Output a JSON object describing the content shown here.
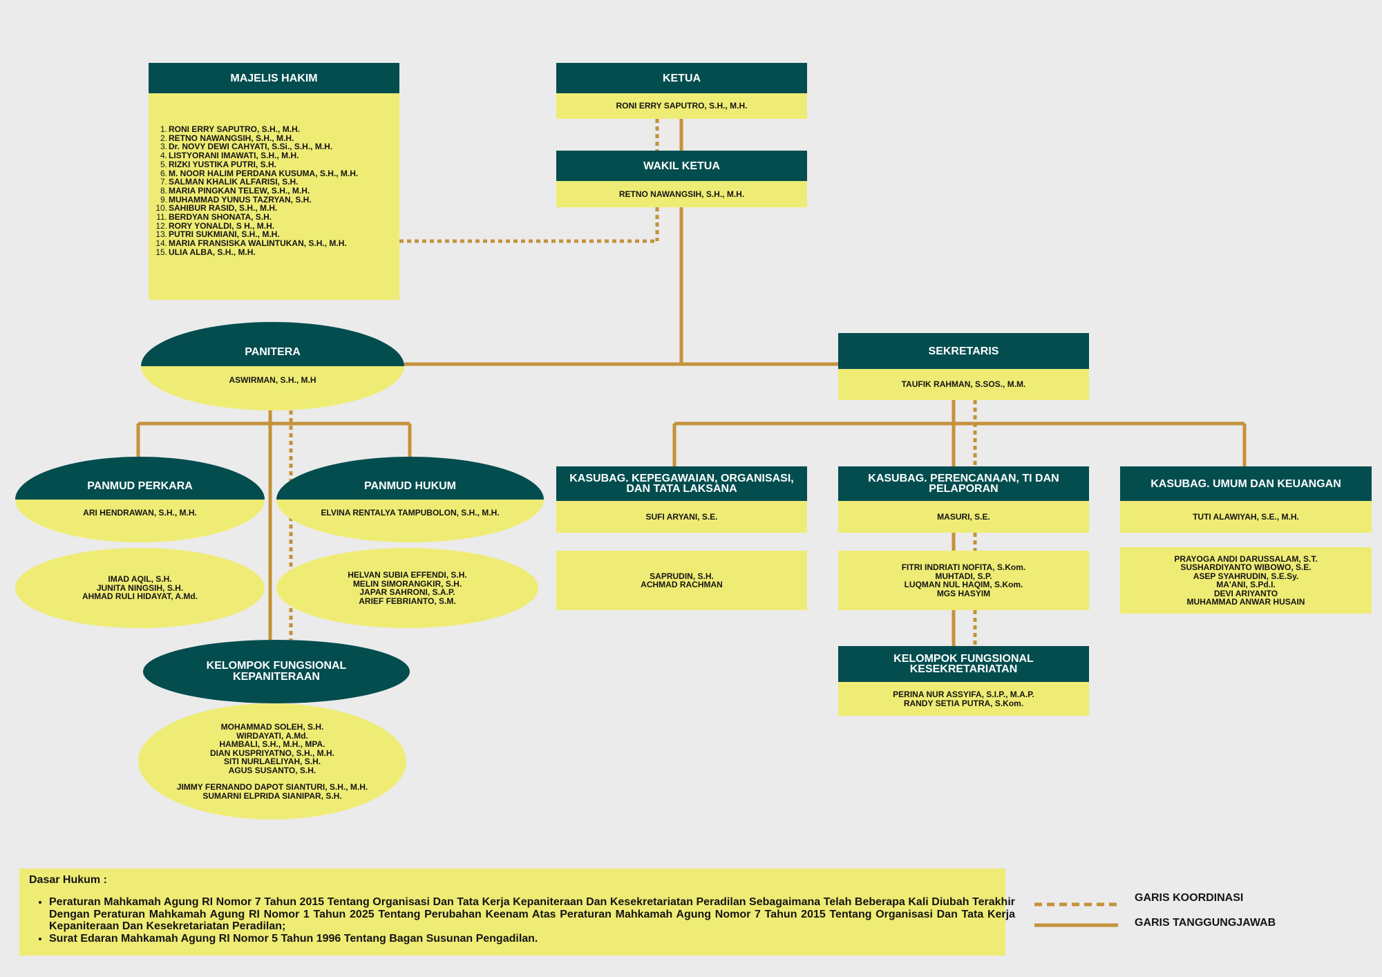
{
  "colors": {
    "header": "#034d4f",
    "body": "#efec75",
    "line": "#c4923a",
    "background": "#ebebeb"
  },
  "majelis": {
    "title": "MAJELIS HAKIM",
    "members": [
      "RONI ERRY SAPUTRO, S.H., M.H.",
      "RETNO NAWANGSIH, S.H., M.H.",
      "Dr. NOVY DEWI CAHYATI, S.Si., S.H., M.H.",
      "LISTYORANI IMAWATI, S.H., M.H.",
      "RIZKI YUSTIKA PUTRI, S.H.",
      "M. NOOR HALIM PERDANA KUSUMA, S.H., M.H.",
      "SALMAN KHALIK ALFARISI, S.H.",
      "MARIA PINGKAN TELEW, S.H., M.H.",
      "MUHAMMAD YUNUS TAZRYAN, S.H.",
      "SAHIBUR RASID, S.H., M.H.",
      "BERDYAN SHONATA, S.H.",
      "RORY YONALDI, S H., M.H.",
      "PUTRI SUKMIANI, S.H., M.H.",
      "MARIA FRANSISKA WALINTUKAN, S.H., M.H.",
      "ULIA ALBA, S.H., M.H."
    ]
  },
  "ketua": {
    "title": "KETUA",
    "name": "RONI ERRY SAPUTRO, S.H., M.H."
  },
  "wakil": {
    "title": "WAKIL KETUA",
    "name": "RETNO NAWANGSIH, S.H., M.H."
  },
  "panitera": {
    "title": "PANITERA",
    "name": "ASWIRMAN, S.H., M.H"
  },
  "sekretaris": {
    "title": "SEKRETARIS",
    "name": "TAUFIK RAHMAN, S.SOS., M.M."
  },
  "panmud_perkara": {
    "title": "PANMUD PERKARA",
    "name": "ARI HENDRAWAN, S.H., M.H.",
    "staff": [
      "IMAD AQIL, S.H.",
      "JUNITA NINGSIH, S.H.",
      "AHMAD RULI HIDAYAT, A.Md."
    ]
  },
  "panmud_hukum": {
    "title": "PANMUD HUKUM",
    "name": "ELVINA RENTALYA TAMPUBOLON, S.H., M.H.",
    "staff": [
      "HELVAN SUBIA EFFENDI, S.H.",
      "MELIN SIMORANGKIR, S.H.",
      "JAPAR SAHRONI, S.A.P.",
      "ARIEF FEBRIANTO, S.M."
    ]
  },
  "fungsional_kepaniteraan": {
    "title_line1": "KELOMPOK FUNGSIONAL",
    "title_line2": "KEPANITERAAN",
    "staff": [
      "MOHAMMAD SOLEH, S.H.",
      "WIRDAYATI, A.Md.",
      "HAMBALI, S.H., M.H., MPA.",
      "DIAN KUSPRIYATNO, S.H., M.H.",
      "SITI NURLAELIYAH, S.H.",
      "AGUS SUSANTO, S.H.",
      "JIMMY FERNANDO DAPOT SIANTURI, S.H., M.H.",
      "SUMARNI ELPRIDA SIANIPAR, S.H."
    ]
  },
  "kasubag_kepegawaian": {
    "title_line1": "KASUBAG.  KEPEGAWAIAN, ORGANISASI,",
    "title_line2": "DAN TATA LAKSANA",
    "name": "SUFI ARYANI, S.E.",
    "staff": [
      "SAPRUDIN, S.H.",
      "ACHMAD RACHMAN"
    ]
  },
  "kasubag_perencanaan": {
    "title_line1": "KASUBAG. PERENCANAAN, TI  DAN",
    "title_line2": "PELAPORAN",
    "name": "MASURI, S.E.",
    "staff": [
      "FITRI INDRIATI NOFITA, S.Kom.",
      "MUHTADI, S.P.",
      "LUQMAN NUL HAQIM, S.Kom.",
      "MGS HASYIM"
    ]
  },
  "kasubag_umum": {
    "title": "KASUBAG. UMUM DAN KEUANGAN",
    "name": "TUTI ALAWIYAH, S.E., M.H.",
    "staff": [
      "PRAYOGA ANDI DARUSSALAM, S.T.",
      "SUSHARDIYANTO WIBOWO, S.E.",
      "ASEP SYAHRUDIN, S.E.Sy.",
      "MA'ANI, S.Pd.I.",
      "DEVI ARIYANTO",
      "MUHAMMAD ANWAR HUSAIN"
    ]
  },
  "fungsional_kesekretariatan": {
    "title_line1": "KELOMPOK FUNGSIONAL",
    "title_line2": "KESEKRETARIATAN",
    "staff": [
      "PERINA NUR ASSYIFA, S.I.P., M.A.P.",
      "RANDY SETIA PUTRA, S.Kom."
    ]
  },
  "dasar_hukum": {
    "title": "Dasar Hukum :",
    "items": [
      "Peraturan Mahkamah Agung RI Nomor 7 Tahun 2015 Tentang Organisasi Dan Tata Kerja Kepaniteraan Dan Kesekretariatan Peradilan Sebagaimana Telah Beberapa Kali Diubah Terakhir Dengan Peraturan Mahkamah Agung RI Nomor 1 Tahun 2025 Tentang Perubahan Keenam Atas Peraturan Mahkamah Agung Nomor 7 Tahun 2015 Tentang Organisasi Dan Tata Kerja Kepaniteraan Dan Kesekretariatan Peradilan;",
      "Surat Edaran Mahkamah Agung RI Nomor 5 Tahun 1996 Tentang Bagan Susunan Pengadilan."
    ]
  },
  "legend": {
    "koordinasi": "GARIS KOORDINASI",
    "tanggungjawab": "GARIS TANGGUNGJAWAB"
  }
}
